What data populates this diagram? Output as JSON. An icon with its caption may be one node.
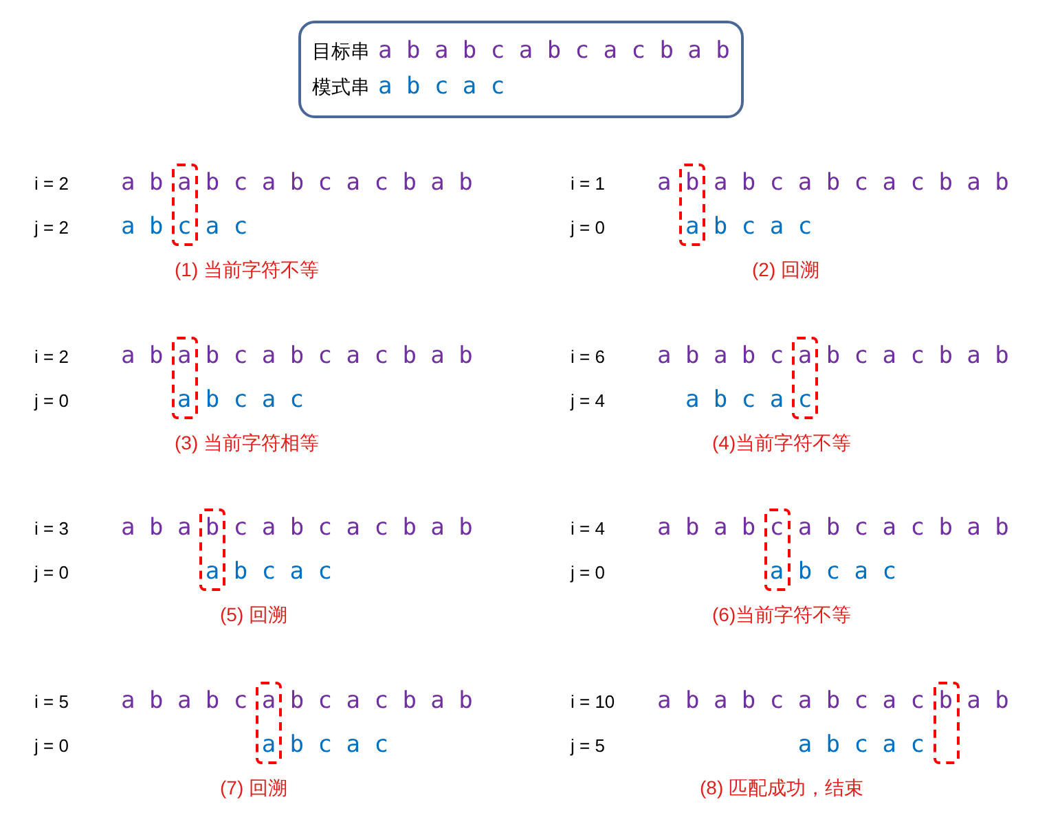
{
  "diagram": {
    "nodes": [
      {
        "text": [
          "目标串",
          "a b a b c a b c a c b a b",
          "模式串",
          "a b c a c"
        ]
      }
    ],
    "labels": [
      "i = 2",
      "a b a b c a b c a c b a b",
      "j = 2",
      "a b c a c",
      "(1) 当前字符不等",
      "i = 1",
      "a b a b c a b c a c b a b",
      "j = 0",
      "a b c a c",
      "(2) 回溯",
      "i = 2",
      "a b a b c a b c a c b a b",
      "j = 0",
      "a b c a c",
      "(3) 当前字符相等",
      "i = 6",
      "a b a b c a b c a c b a b",
      "j = 4",
      "a b c a c",
      "(4)当前字符不等",
      "i = 3",
      "a b a b c a b c a c b a b",
      "j = 0",
      "a b c a c",
      "(5) 回溯",
      "i = 4",
      "a b a b c a b c a c b a b",
      "j = 0",
      "a b c a c",
      "(6)当前字符不等",
      "i = 5",
      "a b a b c a b c a c b a b",
      "j = 0",
      "a b c a c",
      "(7) 回溯",
      "i = 10",
      "a b a b c a b c a c b a b",
      "j = 5",
      "a b c a c",
      "(8) 匹配成功，结束"
    ]
  }
}
